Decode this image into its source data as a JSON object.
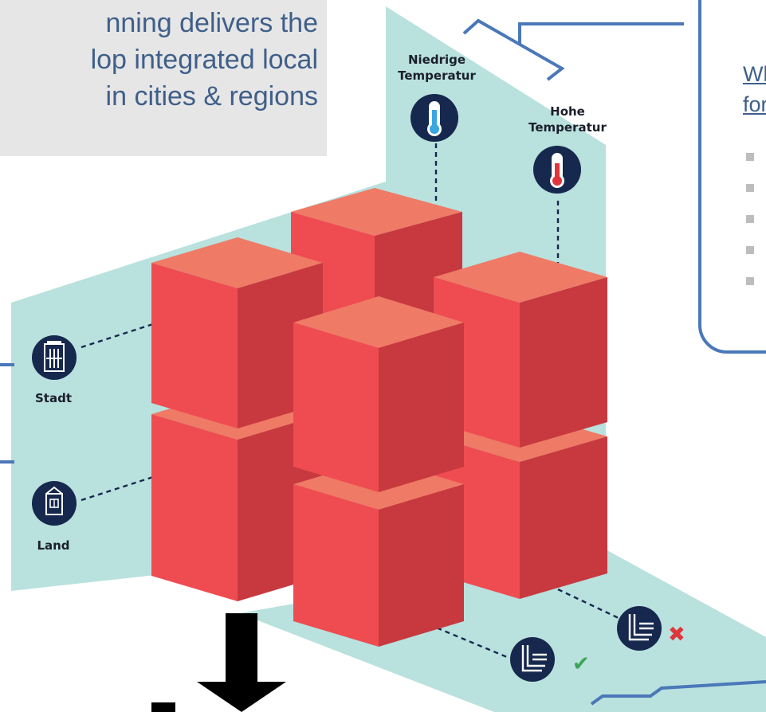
{
  "headline": {
    "lines": [
      "nning delivers the",
      "lop integrated local",
      "in cities & regions"
    ]
  },
  "callout": {
    "heading_lines": [
      "Wh",
      "for"
    ],
    "bullet_count": 5
  },
  "axes": {
    "temperature_low": [
      "Niedrige",
      "Temperatur"
    ],
    "temperature_high": [
      "Hohe",
      "Temperatur"
    ],
    "settlement_city": "Stadt",
    "settlement_rural": "Land"
  },
  "marks": {
    "check": "✔",
    "cross": "✖"
  },
  "colors": {
    "panel": "#b9e1de",
    "cube_top": "#ef7a66",
    "cube_front": "#ef4c52",
    "cube_side": "#c7393f",
    "icon_navy": "#16284d",
    "accent_blue": "#4a78b8",
    "headline_text": "#3f5f89",
    "headline_bg": "#e6e6e6",
    "check_green": "#3aa655",
    "cross_red": "#e0353c"
  },
  "icons": {
    "low_temp": "thermometer-cold-icon",
    "high_temp": "thermometer-hot-icon",
    "city": "city-building-icon",
    "rural": "rural-building-icon",
    "suitable": "building-network-icon",
    "unsuitable": "building-network-icon"
  }
}
